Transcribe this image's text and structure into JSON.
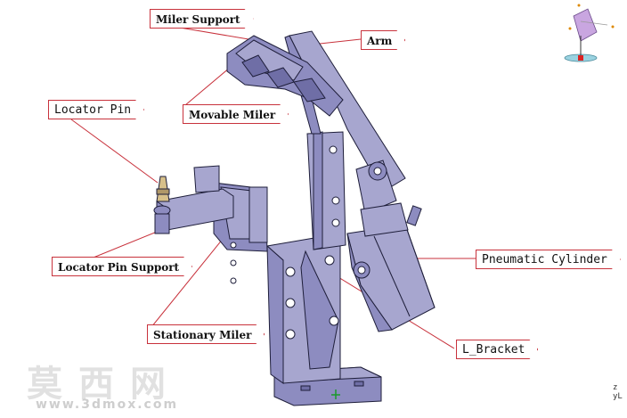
{
  "callouts": {
    "miler_support": "Miler Support",
    "arm": "Arm",
    "movable_miler": "Movable Miler",
    "locator_pin": "Locator Pin",
    "locator_pin_support": "Locator Pin  Support",
    "pneumatic_cylinder": "Pneumatic Cylinder",
    "stationary_miler": "Stationary Miler",
    "l_bracket": "L_Bracket"
  },
  "watermark": {
    "chinese": "莫西网",
    "url": "www.3dmox.com"
  },
  "axis_label": "z\nyL",
  "colors": {
    "part_fill": "#a7a6cf",
    "part_shade": "#8d8cc0",
    "part_dark": "#6f6ea6",
    "outline": "#1e1e3a",
    "callout_border": "#c8323c",
    "leader": "#c8323c"
  }
}
